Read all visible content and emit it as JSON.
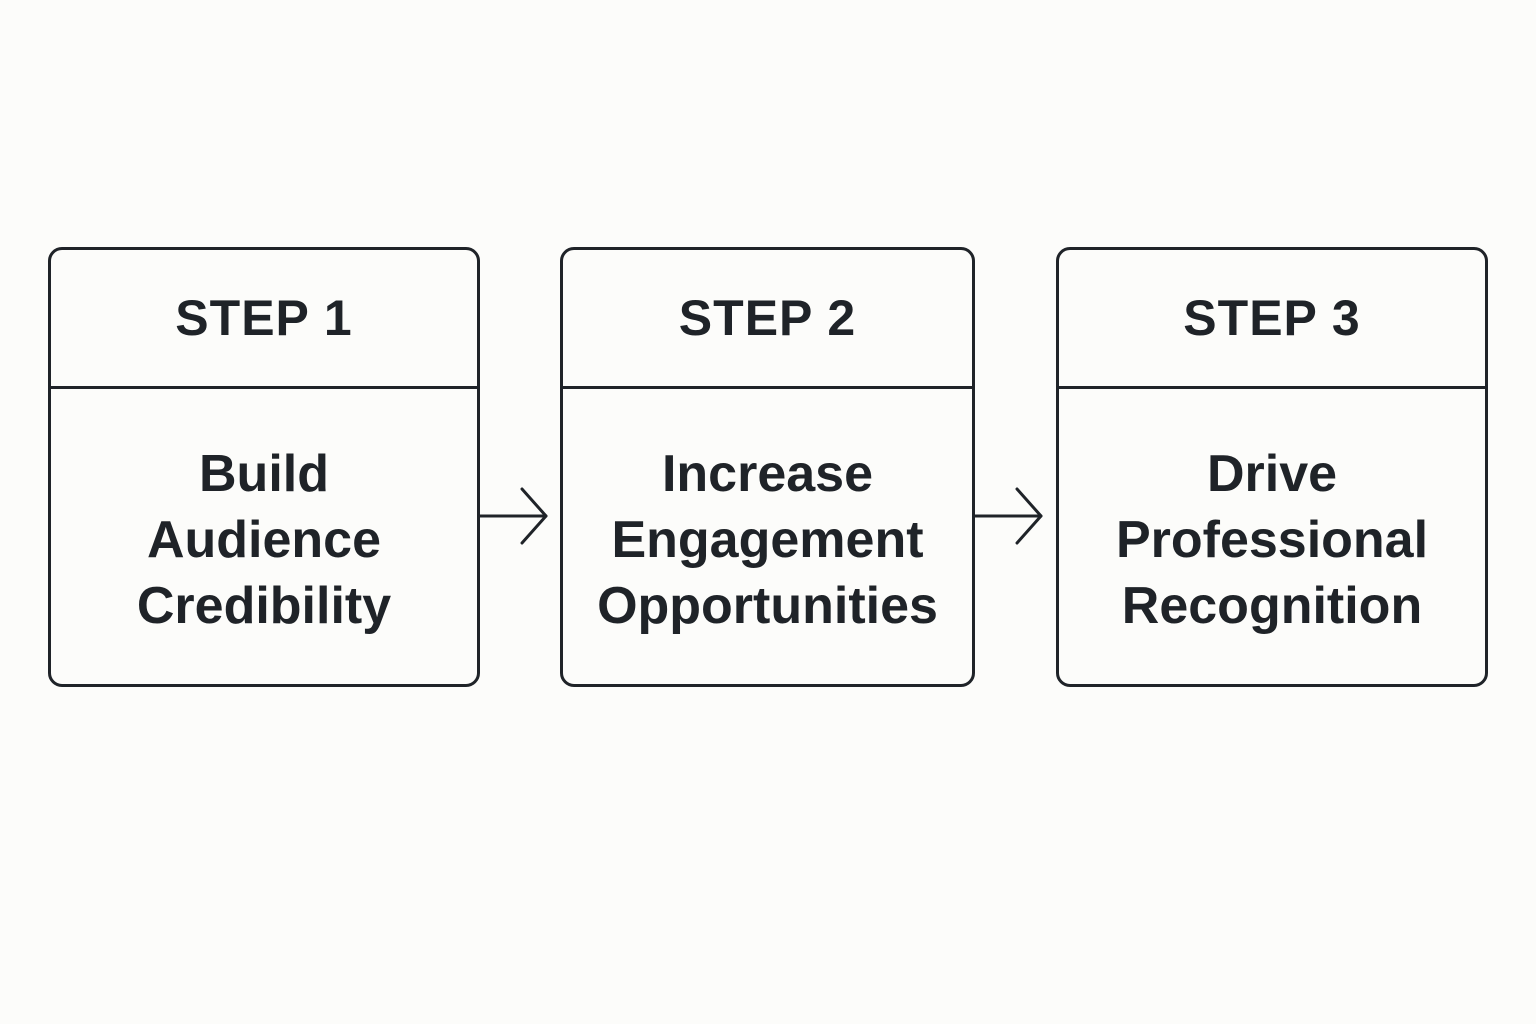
{
  "steps": [
    {
      "label": "STEP 1",
      "lines": [
        "Build",
        "Audience",
        "Credibility"
      ]
    },
    {
      "label": "STEP 2",
      "lines": [
        "Increase",
        "Engagement",
        "Opportunities"
      ]
    },
    {
      "label": "STEP 3",
      "lines": [
        "Drive",
        "Professional",
        "Recognition"
      ]
    }
  ],
  "colors": {
    "background": "#fcfcfa",
    "ink": "#1f2328"
  }
}
